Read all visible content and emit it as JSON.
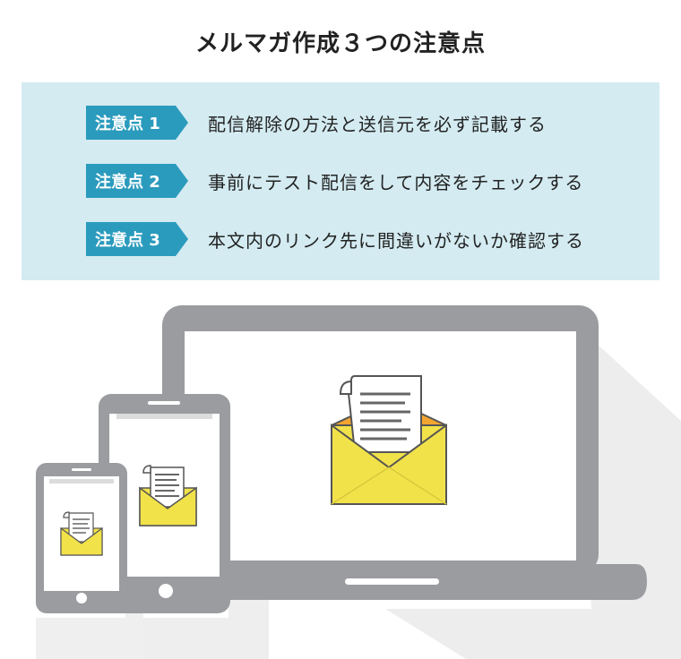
{
  "title": "メルマガ作成３つの注意点",
  "points": [
    {
      "badge": "注意点 1",
      "text": "配信解除の方法と送信元を必ず記載する"
    },
    {
      "badge": "注意点 2",
      "text": "事前にテスト配信をして内容をチェックする"
    },
    {
      "badge": "注意点 3",
      "text": "本文内のリンク先に間違いがないか確認する"
    }
  ],
  "colors": {
    "accent": "#2b9bbd",
    "panel_bg": "#d3ebf1",
    "device_gray": "#9b9ca0",
    "envelope": "#f2e24a"
  },
  "illustration": {
    "devices": [
      "laptop",
      "tablet",
      "smartphone"
    ],
    "icon": "email-envelope-icon"
  }
}
